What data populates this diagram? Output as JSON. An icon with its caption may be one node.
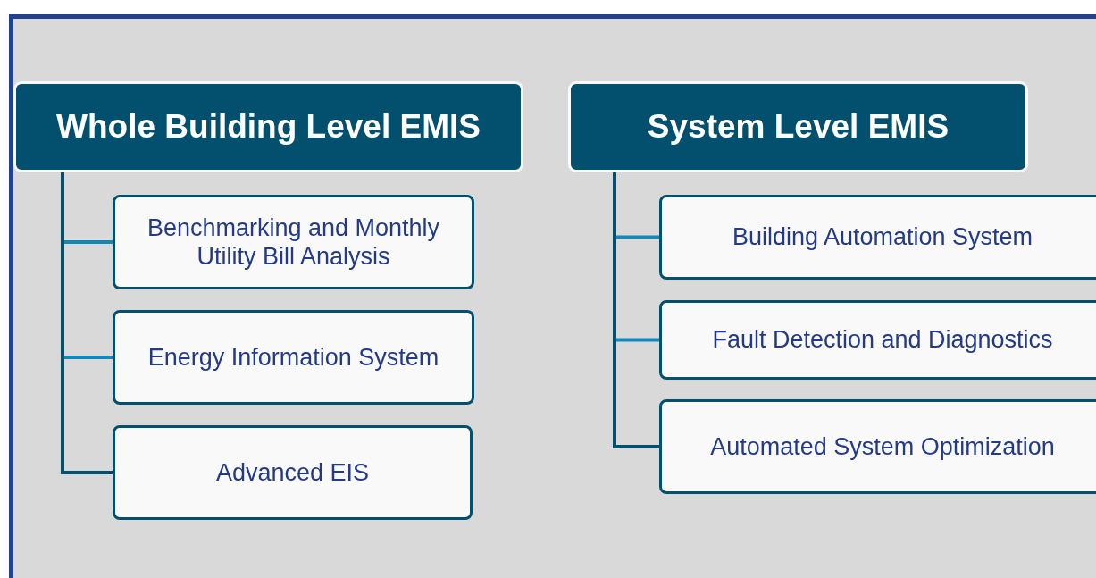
{
  "diagram": {
    "nodes": [
      {
        "text": [
          "Whole Building Level EMIS"
        ]
      },
      {
        "text": [
          "Benchmarking and Monthly Utility Bill Analysis"
        ]
      },
      {
        "text": [
          "Energy Information System"
        ]
      },
      {
        "text": [
          "Advanced EIS"
        ]
      },
      {
        "text": [
          "System Level EMIS"
        ]
      },
      {
        "text": [
          "Building Automation System"
        ]
      },
      {
        "text": [
          "Fault Detection and Diagnostics"
        ]
      },
      {
        "text": [
          "Automated System Optimization"
        ]
      }
    ],
    "edges": [
      {
        "from": 0,
        "to": 1,
        "arrow": "none"
      },
      {
        "from": 0,
        "to": 2,
        "arrow": "none"
      },
      {
        "from": 0,
        "to": 3,
        "arrow": "none",
        "color": "#03506e"
      },
      {
        "from": 4,
        "to": 5,
        "arrow": "none"
      },
      {
        "from": 4,
        "to": 6,
        "arrow": "none"
      },
      {
        "from": 4,
        "to": 7,
        "arrow": "none",
        "color": "#03506e"
      }
    ]
  }
}
